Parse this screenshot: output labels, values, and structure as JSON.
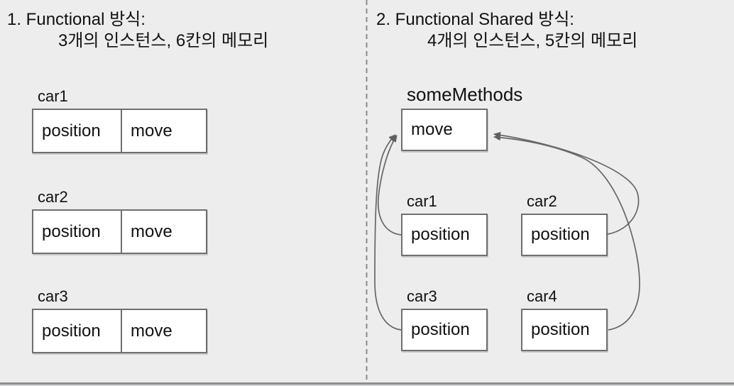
{
  "colors": {
    "background": "#ededed",
    "box_fill": "#ffffff",
    "box_border": "#6f6f6f",
    "arrow": "#666666",
    "divider": "#8a8a8a",
    "bottom_rule": "#8b8e90",
    "text": "#111111"
  },
  "left_panel": {
    "title_line1": "1. Functional 방식:",
    "title_line2": "3개의 인스턴스, 6칸의 메모리",
    "instances": [
      {
        "label": "car1",
        "cells": [
          "position",
          "move"
        ]
      },
      {
        "label": "car2",
        "cells": [
          "position",
          "move"
        ]
      },
      {
        "label": "car3",
        "cells": [
          "position",
          "move"
        ]
      }
    ]
  },
  "right_panel": {
    "title_line1": "2. Functional Shared 방식:",
    "title_line2": "4개의 인스턴스, 5칸의 메모리",
    "shared_method": {
      "label": "someMethods",
      "cell": "move"
    },
    "instances": [
      {
        "label": "car1",
        "cell": "position"
      },
      {
        "label": "car2",
        "cell": "position"
      },
      {
        "label": "car3",
        "cell": "position"
      },
      {
        "label": "car4",
        "cell": "position"
      }
    ]
  }
}
